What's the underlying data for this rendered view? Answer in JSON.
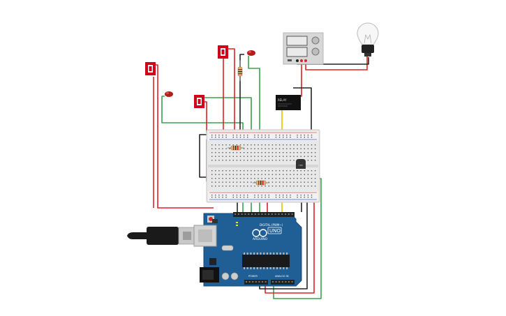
{
  "arduino": {
    "brand_text": "ARDUINO",
    "model_text": "UNO",
    "digital_label": "DIGITAL (PWM~)",
    "power_label": "POWER",
    "analog_label": "ANALOG IN"
  },
  "relay": {
    "label": "RELAY"
  },
  "colors": {
    "board_blue": "#1f5f96",
    "breadboard": "#e8e8e8",
    "wire_red": "#d22",
    "wire_black": "#222222",
    "wire_green": "#3aa24a",
    "wire_yellow": "#e5c300",
    "sensor_red": "#d0021b",
    "led_red": "#b61c1c"
  },
  "icons": [
    "usb-cable-icon",
    "light-bulb-icon",
    "power-supply-icon",
    "pir-sensor-icon",
    "led-icon",
    "resistor-icon",
    "relay-icon",
    "temperature-sensor-icon"
  ]
}
